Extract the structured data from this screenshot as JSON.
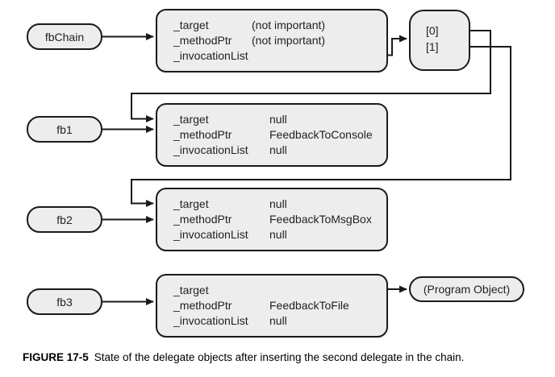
{
  "caption": {
    "label": "FIGURE 17-5",
    "text": "State of the delegate objects after inserting the second delegate in the chain."
  },
  "colors": {
    "box_fill": "#ededed",
    "box_border": "#1a1a1a",
    "line": "#1a1a1a",
    "background": "#ffffff"
  },
  "variables": [
    {
      "label": "fbChain"
    },
    {
      "label": "fb1"
    },
    {
      "label": "fb2"
    },
    {
      "label": "fb3"
    }
  ],
  "records": [
    {
      "owner": "fbChain",
      "fields": [
        {
          "label": "_target",
          "value": "(not important)"
        },
        {
          "label": "_methodPtr",
          "value": "(not important)"
        },
        {
          "label": "_invocationList",
          "value": ""
        }
      ]
    },
    {
      "owner": "fb1",
      "fields": [
        {
          "label": "_target",
          "value": "null"
        },
        {
          "label": "_methodPtr",
          "value": "FeedbackToConsole"
        },
        {
          "label": "_invocationList",
          "value": "null"
        }
      ]
    },
    {
      "owner": "fb2",
      "fields": [
        {
          "label": "_target",
          "value": "null"
        },
        {
          "label": "_methodPtr",
          "value": "FeedbackToMsgBox"
        },
        {
          "label": "_invocationList",
          "value": "null"
        }
      ]
    },
    {
      "owner": "fb3",
      "fields": [
        {
          "label": "_target",
          "value": ""
        },
        {
          "label": "_methodPtr",
          "value": "FeedbackToFile"
        },
        {
          "label": "_invocationList",
          "value": "null"
        }
      ]
    }
  ],
  "invocation_array": {
    "items": [
      "[0]",
      "[1]"
    ]
  },
  "program_object": {
    "label": "(Program Object)"
  }
}
